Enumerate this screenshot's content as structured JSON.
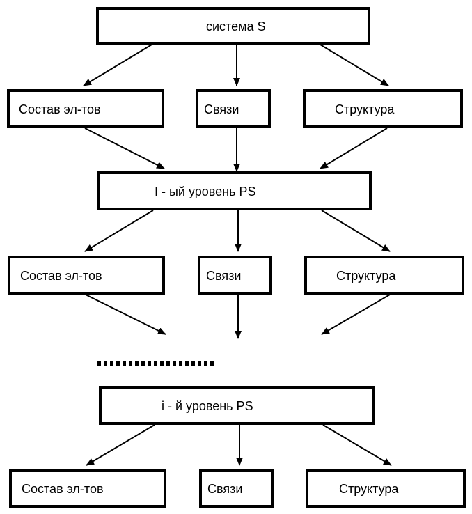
{
  "top": {
    "label": "система S"
  },
  "level1": {
    "label": "I - ый уровень PS"
  },
  "leveli": {
    "label": "i - й уровень PS"
  },
  "groups": [
    {
      "elements": "Состав эл-тов",
      "links": "Связи",
      "structure": "Структура"
    },
    {
      "elements": "Состав эл-тов",
      "links": "Связи",
      "structure": "Структура"
    },
    {
      "elements": "Состав эл-тов",
      "links": "Связи",
      "structure": "Структура"
    }
  ],
  "colors": {
    "stroke": "#000000",
    "background": "#ffffff"
  }
}
